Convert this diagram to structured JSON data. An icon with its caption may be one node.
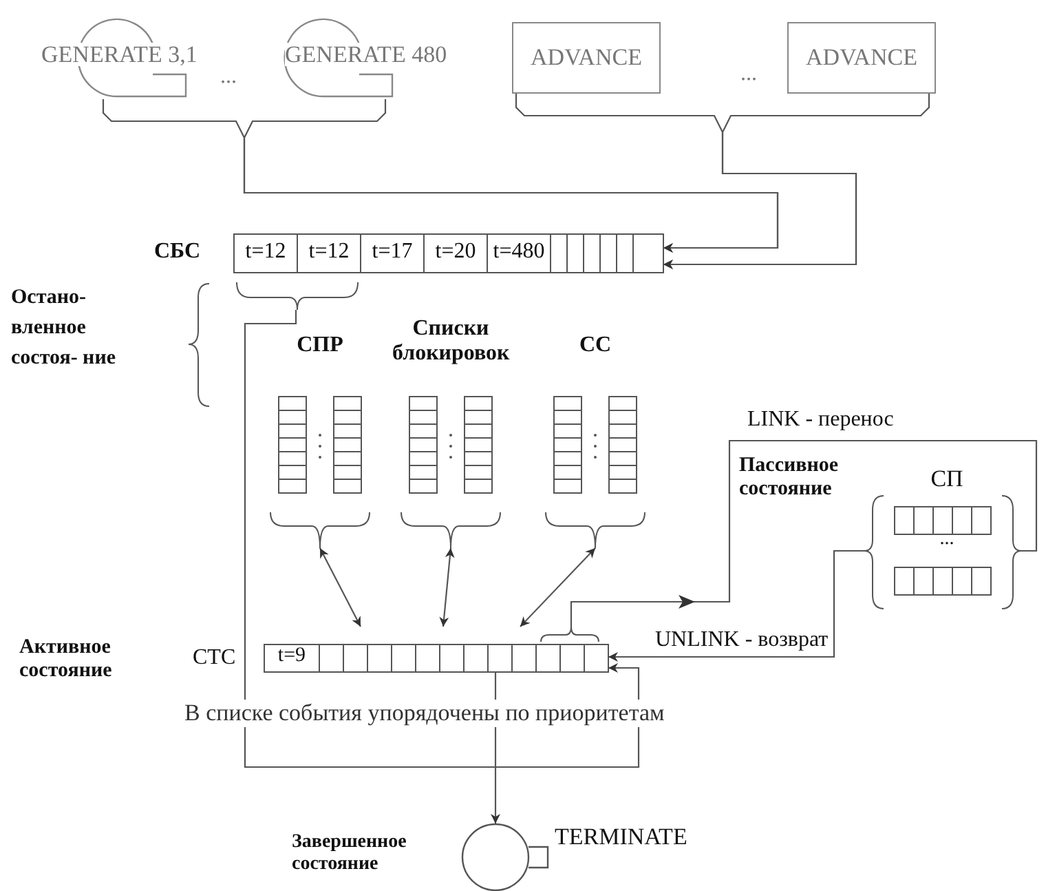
{
  "diagram": {
    "nodes": [
      {
        "text": [
          "GENERATE 3,1"
        ]
      },
      {
        "text": [
          "GENERATE 480"
        ]
      },
      {
        "text": [
          "ADVANCE"
        ]
      },
      {
        "text": [
          "ADVANCE"
        ]
      },
      {
        "text": [
          "t=12",
          "t=12",
          "t=17",
          "t=20",
          "t=480"
        ],
        "beside": [
          "СБС"
        ]
      },
      {
        "text": [
          "СПР"
        ]
      },
      {
        "text": [
          "Списки блокировок"
        ]
      },
      {
        "text": [
          "СС"
        ]
      },
      {
        "text": [
          "СП",
          "..."
        ]
      },
      {
        "text": [
          "t=9"
        ],
        "beside": [
          "СТС"
        ]
      },
      {
        "text": [
          "TERMINATE"
        ]
      }
    ],
    "edges": [
      {
        "from": 0,
        "to": 4,
        "arrow": "to"
      },
      {
        "from": 1,
        "to": 4,
        "arrow": "to"
      },
      {
        "from": 2,
        "to": 4,
        "arrow": "to"
      },
      {
        "from": 3,
        "to": 4,
        "arrow": "to"
      },
      {
        "from": 4,
        "to": 9,
        "arrow": "to"
      },
      {
        "from": 5,
        "to": 9,
        "arrow": "both"
      },
      {
        "from": 6,
        "to": 9,
        "arrow": "both"
      },
      {
        "from": 7,
        "to": 9,
        "arrow": "both"
      },
      {
        "from": 9,
        "to": 8,
        "arrow": "to",
        "label": "LINK - перенос"
      },
      {
        "from": 8,
        "to": 9,
        "arrow": "to",
        "label": "UNLINK - возврат"
      },
      {
        "from": 9,
        "to": 10,
        "arrow": "to"
      }
    ],
    "labels": [
      "...",
      "...",
      "Остано- вленное состоя- ние",
      "Пассивное состояние",
      "Активное состояние",
      "В списке события упорядочены по приоритетам",
      "Завершенное состояние"
    ]
  }
}
